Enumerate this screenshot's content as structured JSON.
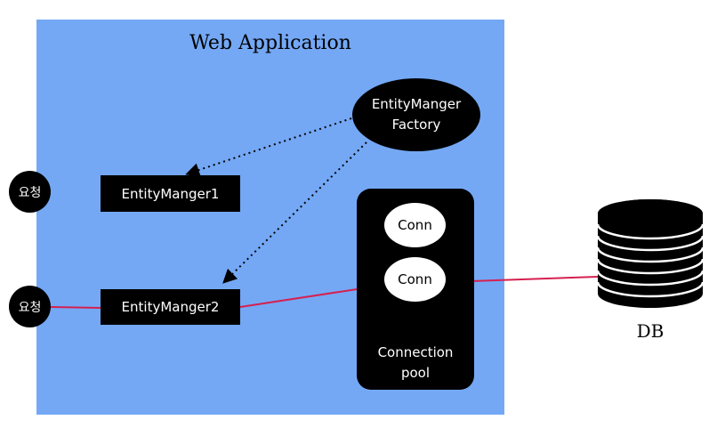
{
  "title": "Web Application",
  "requests": [
    {
      "label": "요청"
    },
    {
      "label": "요청"
    }
  ],
  "entity_managers": [
    {
      "label": "EntityManger1"
    },
    {
      "label": "EntityManger2"
    }
  ],
  "factory": {
    "line1": "EntityManger",
    "line2": "Factory"
  },
  "pool": {
    "connections": [
      {
        "label": "Conn"
      },
      {
        "label": "Conn"
      }
    ],
    "label_line1": "Connection",
    "label_line2": "pool"
  },
  "db": {
    "label": "DB"
  },
  "colors": {
    "app_background": "#74a8f5",
    "connection_line": "#d62050",
    "node_fill": "#000000"
  }
}
